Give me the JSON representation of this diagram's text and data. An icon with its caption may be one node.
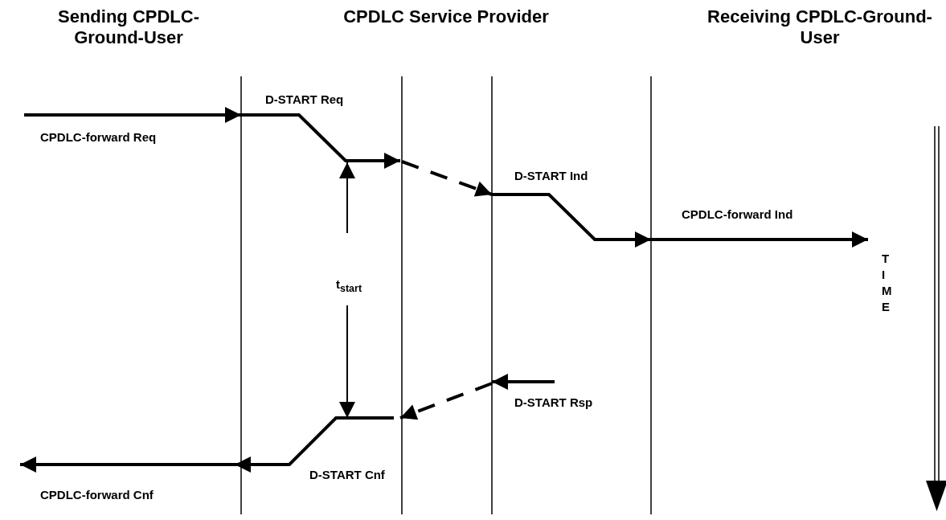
{
  "diagram": {
    "labels": [
      "Sending CPDLC-Ground-User",
      "CPDLC Service Provider",
      "Receiving CPDLC-Ground-User",
      "D-START Req",
      "CPDLC-forward Req",
      "D-START Ind",
      "CPDLC-forward Ind",
      "TIME",
      "t$_{start}$",
      "D-START Rsp",
      "D-START Cnf",
      "CPDLC-forward Cnf"
    ]
  }
}
